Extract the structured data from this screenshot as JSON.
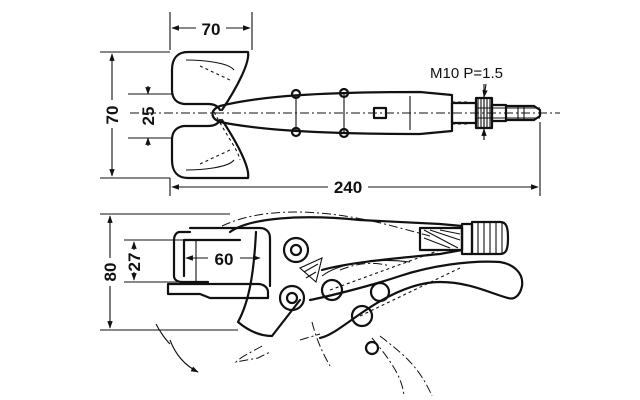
{
  "top_view": {
    "dim_jaw_width": "70",
    "dim_head_height": "70",
    "dim_jaw_gap": "25",
    "dim_overall_length": "240",
    "thread_note": "M10 P=1.5"
  },
  "side_view": {
    "dim_height": "80",
    "dim_jaw_depth": "27",
    "dim_jaw_length": "60"
  }
}
